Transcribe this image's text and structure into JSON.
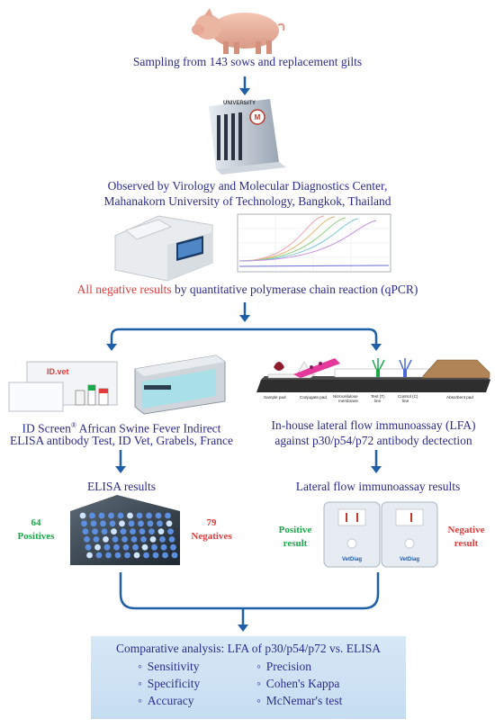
{
  "step1": {
    "text": "Sampling from 143 sows and replacement gilts"
  },
  "step2": {
    "building_sign": "UNIVERSITY",
    "line1": "Observed by Virology and Molecular Diagnostics Center,",
    "line2": "Mahanakorn University of Technology, Bangkok, Thailand"
  },
  "step3": {
    "red_part": "All negative results",
    "blue_part": " by quantitative polymerase chain reaction (qPCR)"
  },
  "left": {
    "kit_brand": "ID.vet",
    "title_pre": "ID Screen",
    "title_sup": "®",
    "title_post": " African Swine Fever Indirect",
    "line2": "ELISA antibody Test, ID Vet, Grabels, France",
    "results_title": "ELISA results",
    "pos_count": "64",
    "pos_label": "Positives",
    "neg_count": "79",
    "neg_label": "Negatives"
  },
  "right": {
    "strip_labels": {
      "sample": "Sample pad",
      "conjugate": "Conjugate pad",
      "membrane1": "Nitrocellulose",
      "membrane2": "membrane",
      "test1": "Test (T)",
      "test2": "line",
      "control1": "Control (C)",
      "control2": "line",
      "absorbent": "Absorbent pad"
    },
    "line1": "In-house lateral flow immunoassay (LFA)",
    "line2": "against p30/p54/p72 antibody dectection",
    "results_title": "Lateral flow immunoassay results",
    "pos1": "Positive",
    "pos2": "result",
    "neg1": "Negative",
    "neg2": "result",
    "cassette_brand": "VetDiag"
  },
  "summary": {
    "title": "Comparative analysis: LFA of p30/p54/p72  vs. ELISA",
    "col1": [
      "Sensitivity",
      "Specificity",
      "Accuracy"
    ],
    "col2": [
      "Precision",
      "Cohen's Kappa",
      "McNemar's test"
    ]
  },
  "colors": {
    "text_blue": "#2b2b8f",
    "red": "#e23b3b",
    "green": "#1aa84a",
    "arrow": "#1f5fa8",
    "box": "#cfe3f4"
  }
}
